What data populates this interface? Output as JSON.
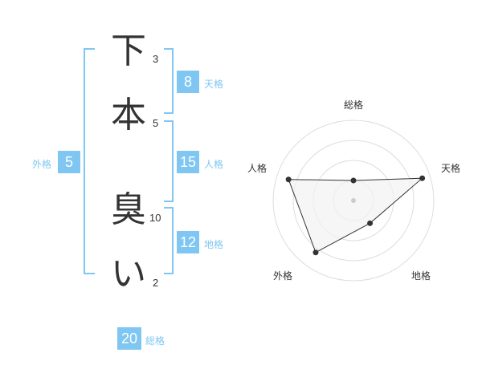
{
  "name": {
    "chars": [
      {
        "char": "下",
        "strokes": "3"
      },
      {
        "char": "本",
        "strokes": "5"
      },
      {
        "char": "臭",
        "strokes": "10"
      },
      {
        "char": "い",
        "strokes": "2"
      }
    ]
  },
  "scores": {
    "tenkaku": {
      "label": "天格",
      "value": "8"
    },
    "jinkaku": {
      "label": "人格",
      "value": "15"
    },
    "chikaku": {
      "label": "地格",
      "value": "12"
    },
    "gaikaku": {
      "label": "外格",
      "value": "5"
    },
    "soukaku": {
      "label": "総格",
      "value": "20"
    }
  },
  "chart_data": {
    "type": "radar",
    "axes": [
      "総格",
      "天格",
      "地格",
      "外格",
      "人格"
    ],
    "rings": 4,
    "values": [
      0.25,
      0.9,
      0.35,
      0.8,
      0.85
    ],
    "colors": {
      "fill": "#f2f2f2",
      "line": "#333333",
      "grid": "#dddddd"
    }
  },
  "colors": {
    "accent": "#7fc7f2",
    "text": "#333333"
  }
}
